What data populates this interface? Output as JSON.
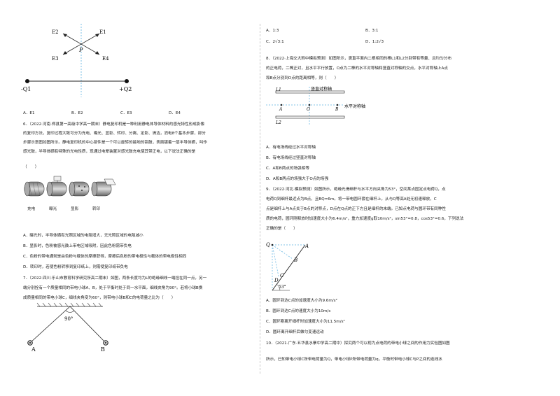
{
  "left": {
    "fig5": {
      "e1": "E1",
      "e2": "E2",
      "e3": "E3",
      "e4": "E4",
      "p": "P",
      "q1": "-Q1",
      "q2": "+Q2"
    },
    "q5_options": [
      "A．E1",
      "B．E2",
      "C．E3",
      "D．E4"
    ],
    "q6": {
      "lines": [
        "6．（2022·河南·郑县第一高级中学高一期末）静电复印机是一种利用静电体导体材料的感光特性形成影像",
        "的复印方法，复印过程大致可分为充电、曝光、显影、转印、分离、定影、清洁，消电8个基本步骤，部分",
        "步骤示意图如图所示。静电复印机的中心部件是一个可以旋转的接地的铝鼓，表面镀着一层半导体硒，叫作",
        "感光鼓，半导体硒有特殊的光电性质，现通过电晕装置对感光鼓充电使其带正电，以下说法正确的是",
        "（　　）"
      ],
      "steps": [
        "充电",
        "曝光",
        "显影",
        "转印"
      ],
      "options": [
        "A．曝光时，半导体硒有光照区域的电阻增大，无光照区域的电阻减小",
        "B．显影时，色粉被感光鼓上带电区域吸附，因此色粉需带负电",
        "C．色粉的带电通常是由色粉与载体的摩擦获得，摩擦后色粉的带电极性与载体的带电极性相同",
        "D．转印时，若使色粉转移到复印纸上，则需使复印纸带负电"
      ]
    },
    "q7": {
      "lines": [
        "7．（2022·四川·乐山市教育科学研究所高二期末）如图，两条长度均为L的绝缘细线一端拴在同一点，另一",
        "端分别拴有一个质量相同的带电小球A、B，处于平衡时处于同一水平面，细线夹角为90°。若将小球B换",
        "成质量相同的带电小球C，细线夹角变为60°，则带电小球B和C的电荷量之比为（　　）"
      ],
      "angle": "90°",
      "a": "A",
      "b": "B"
    }
  },
  "right": {
    "q7_options": [
      "A．1:3",
      "B．3:1",
      "C．2√3:1",
      "D．1:2√3"
    ],
    "q8": {
      "lines": [
        "8．（2022·上海交大附中模拟预测）如图所示，竖直平面内二根相同的棒L1和L2分别带有等量、且均匀分布",
        "的正电荷，二棒正对，且水平平行放置，O点为二棒的水平对称轴和竖直对称轴的交点，水平对称轴上A点",
        "和B点分别到O点的距离相等，则（　　）"
      ],
      "fig": {
        "l1": "L1",
        "l2": "L2",
        "vaxis": "竖直对称轴",
        "haxis": "水平对称轴",
        "a": "A",
        "o": "O",
        "b": "B"
      },
      "options": [
        "A．有电场线经过水平对称轴",
        "B．有电场线经过竖直对称轴",
        "C．A和B两点的场强相等",
        "D．A和B两点的场强大于O点的场强"
      ]
    },
    "q9": {
      "lines": [
        "9．（2022·河北·模拟预测）如图所示，绝缘光滑细杆与水平方向夹角为53°，空间某点固定点电荷Q，点",
        "电荷Q到细杆最近点为B点，且BQ=6m。将一带电圆环套在细杆上，从与Q等高A处无初速释放，C",
        "点是细杆上与A点关于B点的对称点，D点在Q点的正下方且是细杆的末端。已知点电荷与圆环带有同种性",
        "质的电荷，圆环刚释放时加速度大小为6.4m/s²，重力加速度g取10m/s²，sin53°=0.8，cos53°=0.6，下列说法",
        "正确的是（　　）"
      ],
      "fig": {
        "q": "Q",
        "a": "A",
        "b": "B",
        "c": "C",
        "d": "D",
        "angle": "53°"
      },
      "options": [
        "A．圆环到达C点的加速度大小为9.6m/s²",
        "B．圆环到达C点的速度大小为10m/s",
        "C．圆环刚离开细杆时加速度大小为11.5m/s²",
        "D．圆环离开细杆后做匀变速运动"
      ]
    },
    "q10": {
      "lines": [
        "10．（2021·广东·五华县水寨中学高二期中）探究两个可以视为点电荷的带电小球之间的作用力实验图如图",
        "所示，已知带电小球C所带电荷量为Q，带电小球P所带电荷量为q，平衡时带电小球C与P之间的连线水"
      ]
    }
  }
}
